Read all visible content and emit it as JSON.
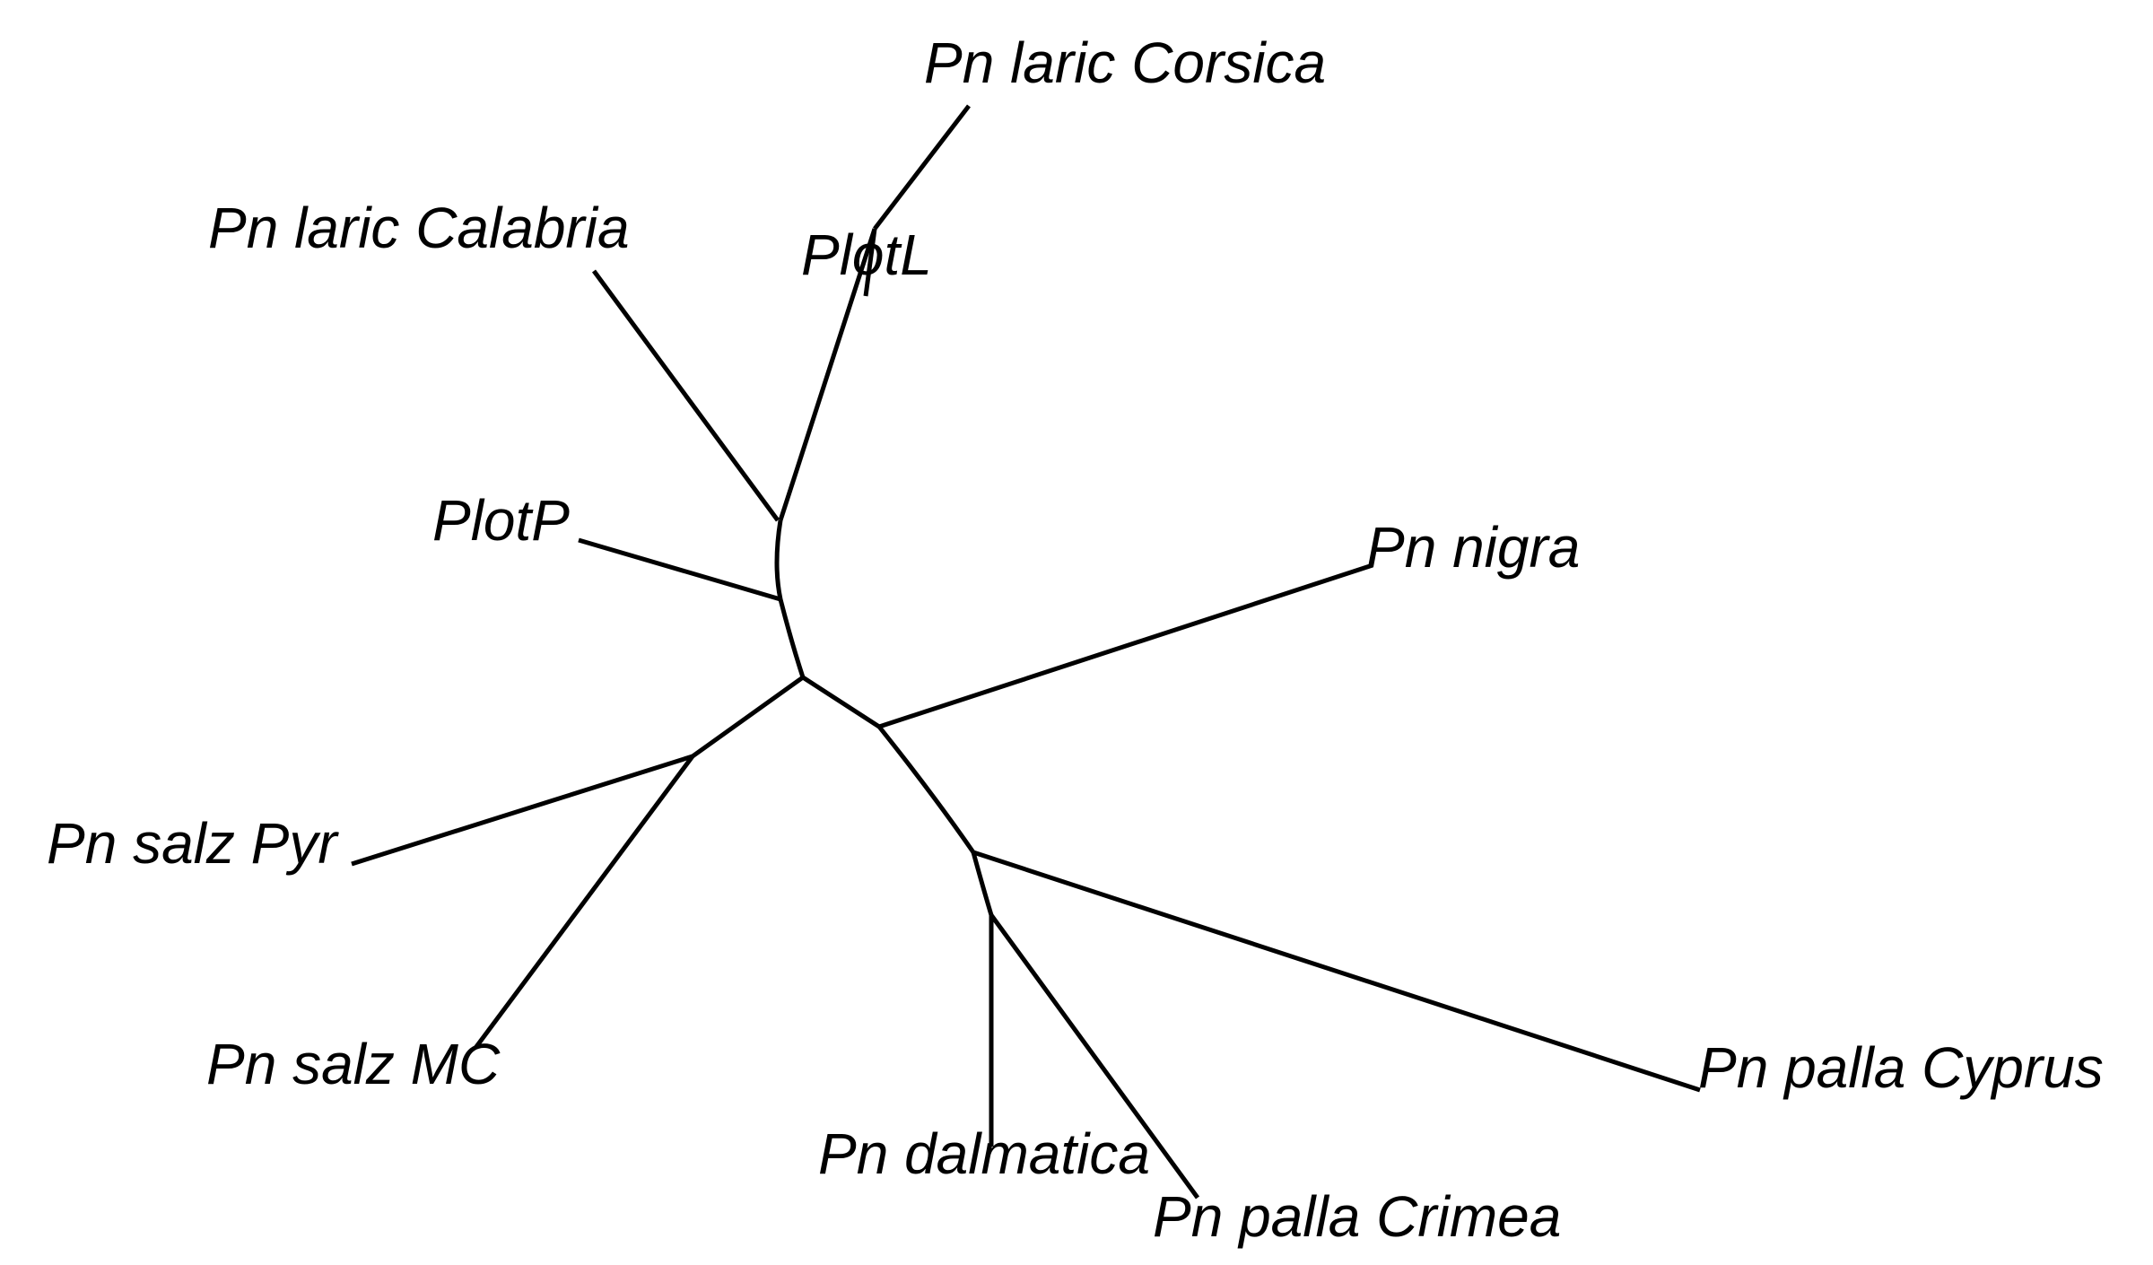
{
  "tree": {
    "type": "unrooted-phylogenetic-tree",
    "line_color": "#000000",
    "background_color": "#ffffff",
    "labels": {
      "laric_corsica": "Pn laric Corsica",
      "laric_calabria": "Pn laric Calabria",
      "plotL": "PlotL",
      "plotP": "PlotP",
      "nigra": "Pn nigra",
      "salz_pyr": "Pn salz Pyr",
      "salz_mc": "Pn salz MC",
      "palla_cyprus": "Pn palla Cyprus",
      "dalmatica": "Pn dalmatica",
      "palla_crimea": "Pn palla Crimea"
    }
  }
}
